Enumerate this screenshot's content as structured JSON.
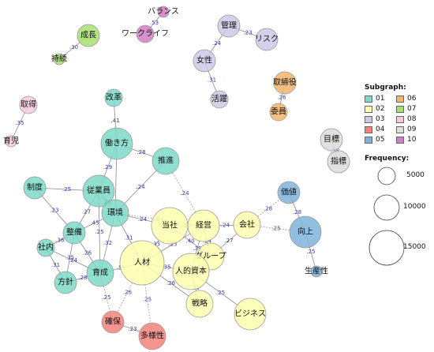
{
  "legend": {
    "subgraph_title": "Subgraph:",
    "subgraphs": [
      {
        "id": "01",
        "color": "#7dd9c8"
      },
      {
        "id": "06",
        "color": "#f3b46c"
      },
      {
        "id": "02",
        "color": "#ffffb0"
      },
      {
        "id": "07",
        "color": "#a7df6e"
      },
      {
        "id": "03",
        "color": "#cfc9e6"
      },
      {
        "id": "08",
        "color": "#f7c9de"
      },
      {
        "id": "04",
        "color": "#f3827a"
      },
      {
        "id": "09",
        "color": "#dcdcdc"
      },
      {
        "id": "05",
        "color": "#7fb3d9"
      },
      {
        "id": "10",
        "color": "#cf7fc3"
      }
    ],
    "frequency_title": "Frequency:",
    "frequency_values": [
      "5000",
      "10000",
      "15000"
    ]
  },
  "nodes": [
    {
      "id": "kaikaku",
      "label": "改革",
      "group": "01",
      "size": 3
    },
    {
      "id": "hatarakikata",
      "label": "働き方",
      "group": "01",
      "size": 6
    },
    {
      "id": "suishin",
      "label": "推進",
      "group": "01",
      "size": 5
    },
    {
      "id": "seido",
      "label": "制度",
      "group": "01",
      "size": 4
    },
    {
      "id": "jugyoin",
      "label": "従業員",
      "group": "01",
      "size": 6
    },
    {
      "id": "kankyo",
      "label": "環境",
      "group": "01",
      "size": 5
    },
    {
      "id": "seibi",
      "label": "整備",
      "group": "01",
      "size": 4
    },
    {
      "id": "shanai",
      "label": "社内",
      "group": "01",
      "size": 3
    },
    {
      "id": "ikusei",
      "label": "育成",
      "group": "01",
      "size": 5
    },
    {
      "id": "hoshin",
      "label": "方針",
      "group": "01",
      "size": 4
    },
    {
      "id": "tosha",
      "label": "当社",
      "group": "02",
      "size": 7
    },
    {
      "id": "keiei",
      "label": "経営",
      "group": "02",
      "size": 6
    },
    {
      "id": "kaisha",
      "label": "会社",
      "group": "02",
      "size": 5
    },
    {
      "id": "group",
      "label": "グループ",
      "group": "02",
      "size": 5
    },
    {
      "id": "jinzai",
      "label": "人材",
      "group": "02",
      "size": 9
    },
    {
      "id": "jintekishihon",
      "label": "人的資本",
      "group": "02",
      "size": 7
    },
    {
      "id": "senryaku",
      "label": "戦略",
      "group": "02",
      "size": 5
    },
    {
      "id": "business",
      "label": "ビジネス",
      "group": "02",
      "size": 6
    },
    {
      "id": "kanri",
      "label": "管理",
      "group": "03",
      "size": 4
    },
    {
      "id": "risk",
      "label": "リスク",
      "group": "03",
      "size": 4
    },
    {
      "id": "josei",
      "label": "女性",
      "group": "03",
      "size": 4
    },
    {
      "id": "katsuyaku",
      "label": "活躍",
      "group": "03",
      "size": 3
    },
    {
      "id": "kakuho",
      "label": "確保",
      "group": "04",
      "size": 4
    },
    {
      "id": "tayosei",
      "label": "多様性",
      "group": "04",
      "size": 5
    },
    {
      "id": "kachi",
      "label": "価値",
      "group": "05",
      "size": 4
    },
    {
      "id": "kojo",
      "label": "向上",
      "group": "05",
      "size": 6
    },
    {
      "id": "seisansei",
      "label": "生産性",
      "group": "05",
      "size": 2
    },
    {
      "id": "torishimariyaku",
      "label": "取締役",
      "group": "06",
      "size": 4
    },
    {
      "id": "iin",
      "label": "委員",
      "group": "06",
      "size": 3
    },
    {
      "id": "seicho",
      "label": "成長",
      "group": "07",
      "size": 4
    },
    {
      "id": "jizoku",
      "label": "持続",
      "group": "07",
      "size": 2
    },
    {
      "id": "shutoku",
      "label": "取得",
      "group": "08",
      "size": 3
    },
    {
      "id": "ikuji",
      "label": "育児",
      "group": "08",
      "size": 2
    },
    {
      "id": "mokuhyo",
      "label": "目標",
      "group": "09",
      "size": 4
    },
    {
      "id": "shihyo",
      "label": "指標",
      "group": "09",
      "size": 4
    },
    {
      "id": "balance",
      "label": "バランス",
      "group": "10",
      "size": 2
    },
    {
      "id": "worklife",
      "label": "ワークライフ",
      "group": "10",
      "size": 3
    }
  ],
  "edges": [
    {
      "source": "kaikaku",
      "target": "hatarakikata",
      "weight": ".41",
      "style": "solid"
    },
    {
      "source": "hatarakikata",
      "target": "suishin",
      "weight": ".28",
      "style": "solid"
    },
    {
      "source": "hatarakikata",
      "target": "jugyoin",
      "weight": ".29",
      "style": "solid"
    },
    {
      "source": "hatarakikata",
      "target": "kankyo",
      "weight": "",
      "style": "solid"
    },
    {
      "source": "suishin",
      "target": "kankyo",
      "weight": ".24",
      "style": "solid"
    },
    {
      "source": "suishin",
      "target": "keiei",
      "weight": ".24",
      "style": "dotted"
    },
    {
      "source": "seido",
      "target": "jugyoin",
      "weight": ".25",
      "style": "solid"
    },
    {
      "source": "seido",
      "target": "seibi",
      "weight": ".23",
      "style": "solid"
    },
    {
      "source": "jugyoin",
      "target": "kankyo",
      "weight": ".28",
      "style": "solid"
    },
    {
      "source": "jugyoin",
      "target": "seibi",
      "weight": ".27",
      "style": "solid"
    },
    {
      "source": "jugyoin",
      "target": "ikusei",
      "weight": ".25",
      "style": "solid"
    },
    {
      "source": "kankyo",
      "target": "seibi",
      "weight": ".45",
      "style": "solid"
    },
    {
      "source": "kankyo",
      "target": "tosha",
      "weight": ".24",
      "style": "solid"
    },
    {
      "source": "kankyo",
      "target": "jinzai",
      "weight": ".31",
      "style": "solid"
    },
    {
      "source": "kankyo",
      "target": "ikusei",
      "weight": ".32",
      "style": "solid"
    },
    {
      "source": "kankyo",
      "target": "keiei",
      "weight": ".24",
      "style": "dotted"
    },
    {
      "source": "seibi",
      "target": "shanai",
      "weight": ".36",
      "style": "solid"
    },
    {
      "source": "seibi",
      "target": "hoshin",
      "weight": ".35",
      "style": "solid"
    },
    {
      "source": "seibi",
      "target": "ikusei",
      "weight": ".26",
      "style": "solid"
    },
    {
      "source": "shanai",
      "target": "hoshin",
      "weight": ".31",
      "style": "solid"
    },
    {
      "source": "shanai",
      "target": "ikusei",
      "weight": ".24",
      "style": "solid"
    },
    {
      "source": "hoshin",
      "target": "ikusei",
      "weight": ".28",
      "style": "solid"
    },
    {
      "source": "ikusei",
      "target": "jinzai",
      "weight": ".51",
      "style": "solid"
    },
    {
      "source": "tosha",
      "target": "keiei",
      "weight": ".27",
      "style": "solid"
    },
    {
      "source": "tosha",
      "target": "jinzai",
      "weight": ".33",
      "style": "solid"
    },
    {
      "source": "tosha",
      "target": "group",
      "weight": ".40",
      "style": "solid"
    },
    {
      "source": "keiei",
      "target": "kaisha",
      "weight": ".24",
      "style": "solid"
    },
    {
      "source": "keiei",
      "target": "group",
      "weight": ".24",
      "style": "solid"
    },
    {
      "source": "keiei",
      "target": "jintekishihon",
      "weight": ".39",
      "style": "solid"
    },
    {
      "source": "kaisha",
      "target": "group",
      "weight": ".27",
      "style": "solid"
    },
    {
      "source": "kaisha",
      "target": "kachi",
      "weight": ".28",
      "style": "dotted"
    },
    {
      "source": "kaisha",
      "target": "kojo",
      "weight": ".25",
      "style": "dotted"
    },
    {
      "source": "group",
      "target": "jintekishihon",
      "weight": ".32",
      "style": "solid"
    },
    {
      "source": "jinzai",
      "target": "jintekishihon",
      "weight": ".35",
      "style": "solid"
    },
    {
      "source": "jinzai",
      "target": "senryaku",
      "weight": ".26",
      "style": "solid"
    },
    {
      "source": "jinzai",
      "target": "keiei",
      "weight": ".25",
      "style": "solid"
    },
    {
      "source": "jintekishihon",
      "target": "senryaku",
      "weight": ".31",
      "style": "solid"
    },
    {
      "source": "jintekishihon",
      "target": "business",
      "weight": ".25",
      "style": "solid"
    },
    {
      "source": "ikusei",
      "target": "kakuho",
      "weight": ".25",
      "style": "dotted"
    },
    {
      "source": "jinzai",
      "target": "kakuho",
      "weight": ".26",
      "style": "dotted"
    },
    {
      "source": "jinzai",
      "target": "tayosei",
      "weight": ".25",
      "style": "dotted"
    },
    {
      "source": "kakuho",
      "target": "tayosei",
      "weight": ".23",
      "style": "solid"
    },
    {
      "source": "kachi",
      "target": "kojo",
      "weight": ".28",
      "style": "solid"
    },
    {
      "source": "kojo",
      "target": "seisansei",
      "weight": ".25",
      "style": "solid"
    },
    {
      "source": "kanri",
      "target": "risk",
      "weight": ".23",
      "style": "solid"
    },
    {
      "source": "kanri",
      "target": "josei",
      "weight": ".24",
      "style": "solid"
    },
    {
      "source": "josei",
      "target": "katsuyaku",
      "weight": ".31",
      "style": "solid"
    },
    {
      "source": "torishimariyaku",
      "target": "iin",
      "weight": ".26",
      "style": "solid"
    },
    {
      "source": "seicho",
      "target": "jizoku",
      "weight": ".30",
      "style": "solid"
    },
    {
      "source": "shutoku",
      "target": "ikuji",
      "weight": ".35",
      "style": "solid"
    },
    {
      "source": "mokuhyo",
      "target": "shihyo",
      "weight": ".58",
      "style": "solid"
    },
    {
      "source": "balance",
      "target": "worklife",
      "weight": ".53",
      "style": "solid"
    }
  ]
}
